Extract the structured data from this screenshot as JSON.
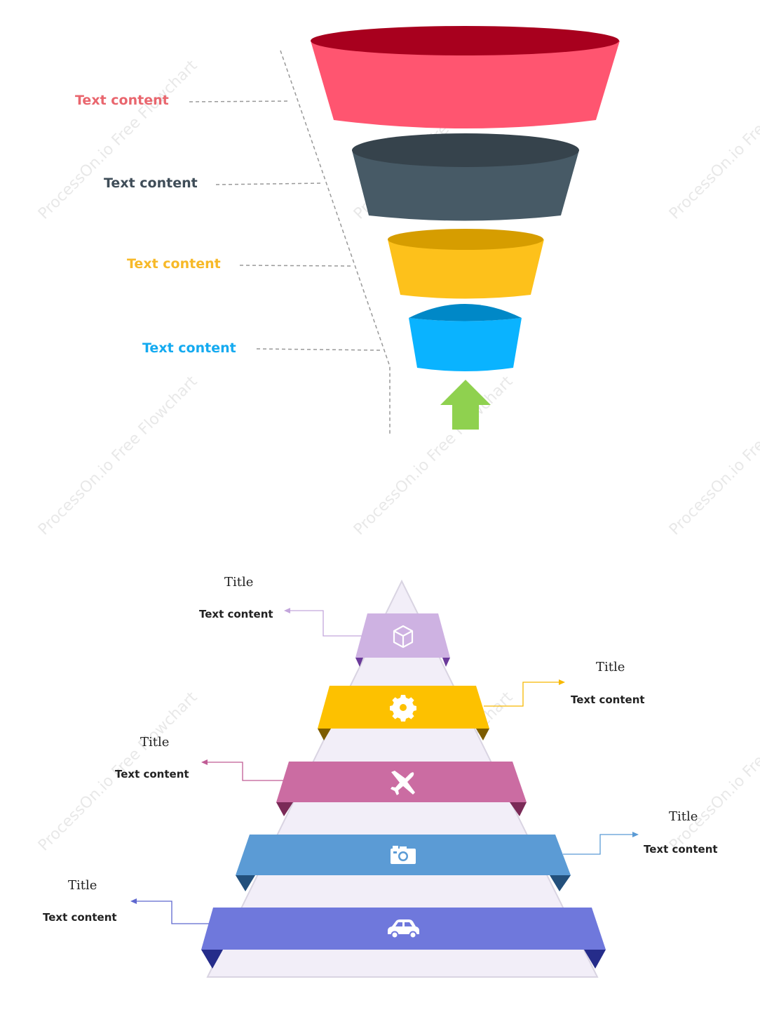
{
  "watermark_text": "ProcessOn.io Free Flowchart",
  "funnel": {
    "levels": [
      {
        "label": "Text content",
        "color": "#ff5570",
        "rim": "#a8001e",
        "label_color": "#e9666e"
      },
      {
        "label": "Text content",
        "color": "#475a66",
        "rim": "#36434c",
        "label_color": "#3f4d58"
      },
      {
        "label": "Text content",
        "color": "#fdc11b",
        "rim": "#d69d00",
        "label_color": "#f7b928"
      },
      {
        "label": "Text content",
        "color": "#0ab3ff",
        "rim": "#0088c7",
        "label_color": "#14aaf0"
      }
    ],
    "arrow_color": "#8fd14f",
    "connector_color": "#999999"
  },
  "pyramid": {
    "background_color": "#f2eef8",
    "levels": [
      {
        "title": "Title",
        "text": "Text content",
        "icon": "cube-icon",
        "color": "#ceb2e2",
        "fold": "#6b3a9a",
        "line": "#c3a6dc"
      },
      {
        "title": "Title",
        "text": "Text content",
        "icon": "gear-icon",
        "color": "#fdc100",
        "fold": "#7d5c00",
        "line": "#f7b800"
      },
      {
        "title": "Title",
        "text": "Text content",
        "icon": "airplane-icon",
        "color": "#cb6ca2",
        "fold": "#7a2a57",
        "line": "#c05c95"
      },
      {
        "title": "Title",
        "text": "Text content",
        "icon": "camera-icon",
        "color": "#5b9bd5",
        "fold": "#23507c",
        "line": "#5b9bd5"
      },
      {
        "title": "Title",
        "text": "Text content",
        "icon": "car-icon",
        "color": "#6f78dc",
        "fold": "#252c8a",
        "line": "#5e67cf"
      }
    ]
  }
}
